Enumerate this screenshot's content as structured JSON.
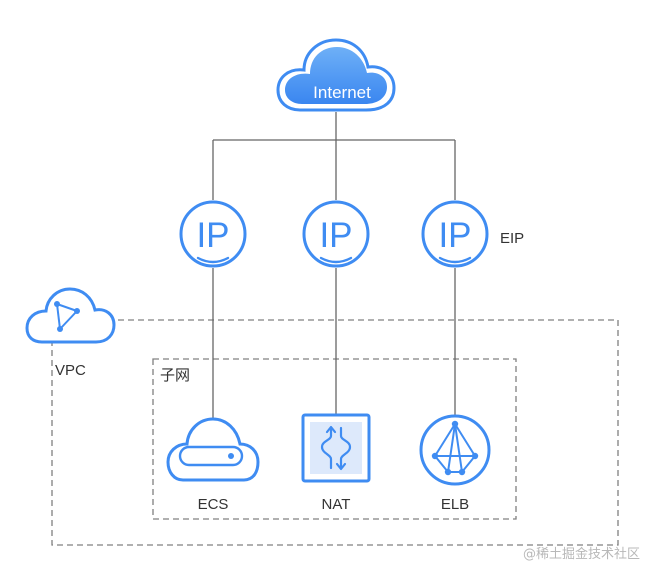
{
  "internet": {
    "label": "Internet"
  },
  "eip": {
    "label": "EIP",
    "nodes": [
      {
        "text": "IP"
      },
      {
        "text": "IP"
      },
      {
        "text": "IP"
      }
    ]
  },
  "vpc": {
    "label": "VPC"
  },
  "subnet": {
    "label": "子网"
  },
  "services": [
    {
      "label": "ECS",
      "icon": "ecs-server-icon"
    },
    {
      "label": "NAT",
      "icon": "nat-gateway-icon"
    },
    {
      "label": "ELB",
      "icon": "elb-load-balancer-icon"
    }
  ],
  "watermark": "@稀土掘金技术社区",
  "colors": {
    "accent": "#3f8cf2",
    "accent_light": "#5aa2f5",
    "line": "#666666",
    "dashed": "#808080",
    "text": "#333333"
  }
}
